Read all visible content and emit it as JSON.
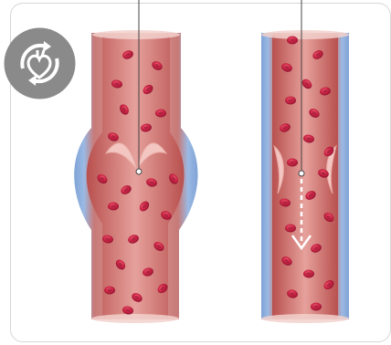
{
  "figure": {
    "badge_icon": "heart-circulation-icon",
    "left_vessel": {
      "description_icon": "vein-valve-closed",
      "valve_state": "closed"
    },
    "right_vessel": {
      "description_icon": "vein-valve-open",
      "valve_state": "open",
      "flow_direction": "down"
    },
    "colors": {
      "badge": "#8a8a8a",
      "vessel_outer": "#7fa3d6",
      "vessel_inner": "#c95e5a",
      "blood_cell": "#d6334e",
      "valve": "#f3c6c1"
    }
  }
}
